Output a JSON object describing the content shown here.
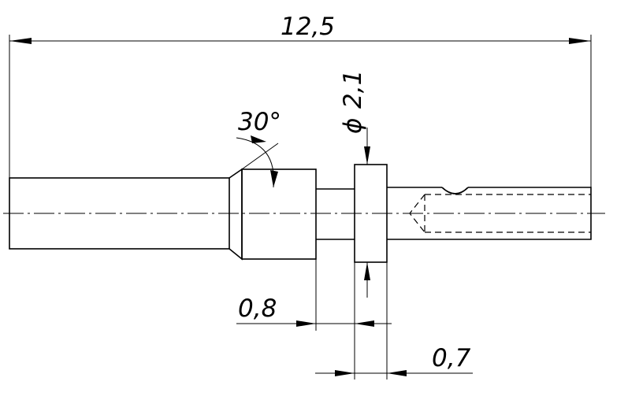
{
  "drawing": {
    "dimensions": {
      "overall_length": "12,5",
      "chamfer_angle": "30°",
      "collar_diameter": "2,1",
      "diameter_symbol": "ϕ",
      "groove_width": "0,8",
      "collar_width": "0,7"
    }
  }
}
